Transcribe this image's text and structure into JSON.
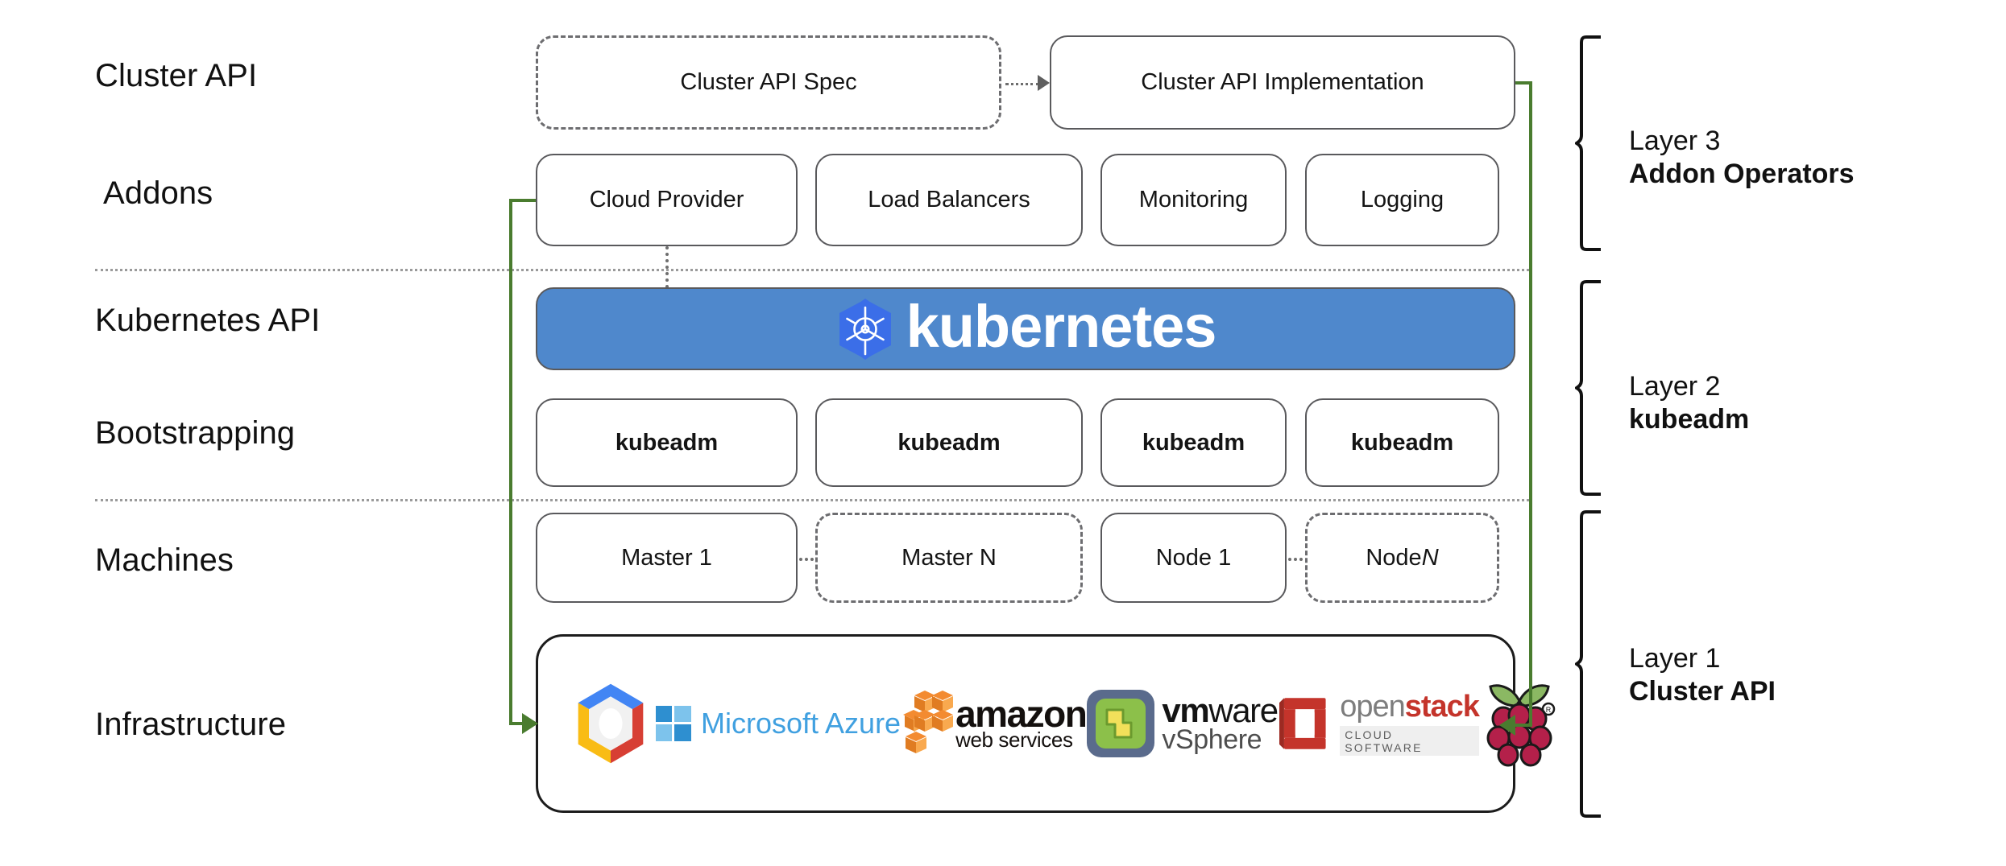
{
  "diagram": {
    "title": "Kubernetes Cluster API layered architecture",
    "accent_green": "#4a7c2f",
    "kubernetes_blue": "#4f88cc",
    "border_gray": "#59595c"
  },
  "row_labels": [
    {
      "id": "cluster-api",
      "text": "Cluster API"
    },
    {
      "id": "addons",
      "text": "Addons"
    },
    {
      "id": "kubernetes-api",
      "text": "Kubernetes API"
    },
    {
      "id": "bootstrapping",
      "text": "Bootstrapping"
    },
    {
      "id": "machines",
      "text": "Machines"
    },
    {
      "id": "infrastructure",
      "text": "Infrastructure"
    }
  ],
  "cluster_api_row": {
    "spec": {
      "label": "Cluster API Spec",
      "style": "dashed"
    },
    "implementation": {
      "label": "Cluster API Implementation",
      "style": "solid"
    }
  },
  "addons_row": [
    {
      "label": "Cloud Provider"
    },
    {
      "label": "Load Balancers"
    },
    {
      "label": "Monitoring"
    },
    {
      "label": "Logging"
    }
  ],
  "kubernetes_banner": {
    "wordmark": "kubernetes",
    "icon": "kubernetes-helm-icon"
  },
  "bootstrapping_row": [
    {
      "label": "kubeadm"
    },
    {
      "label": "kubeadm"
    },
    {
      "label": "kubeadm"
    },
    {
      "label": "kubeadm"
    }
  ],
  "machines_row": [
    {
      "label": "Master 1",
      "style": "solid",
      "italic_suffix": ""
    },
    {
      "label": "Master N",
      "style": "dashed",
      "italic_suffix": ""
    },
    {
      "label": "Node 1",
      "style": "solid",
      "italic_suffix": ""
    },
    {
      "label": "Node ",
      "style": "dashed",
      "italic_suffix": "N"
    }
  ],
  "infrastructure_row": {
    "providers": [
      {
        "name": "Google Cloud Platform",
        "icon": "google-cloud-icon",
        "text": ""
      },
      {
        "name": "Microsoft Azure",
        "icon": "microsoft-azure-icon",
        "text": "Microsoft Azure"
      },
      {
        "name": "Amazon Web Services",
        "icon": "aws-icon",
        "text_top": "amazon",
        "text_bottom": "web services"
      },
      {
        "name": "VMware vSphere",
        "icon": "vmware-icon",
        "text_top_bold": "vm",
        "text_top": "ware",
        "text_bottom": "vSphere"
      },
      {
        "name": "OpenStack",
        "icon": "openstack-icon",
        "text_open": "open",
        "text_stack": "stack",
        "text_sub": "CLOUD SOFTWARE"
      },
      {
        "name": "Raspberry Pi",
        "icon": "raspberry-pi-icon",
        "text": ""
      }
    ]
  },
  "layers": [
    {
      "id": "layer-3",
      "top_line": "Layer 3",
      "bold_line": "Addon Operators"
    },
    {
      "id": "layer-2",
      "top_line": "Layer 2",
      "bold_line": "kubeadm"
    },
    {
      "id": "layer-1",
      "top_line": "Layer 1",
      "bold_line": "Cluster API"
    }
  ]
}
